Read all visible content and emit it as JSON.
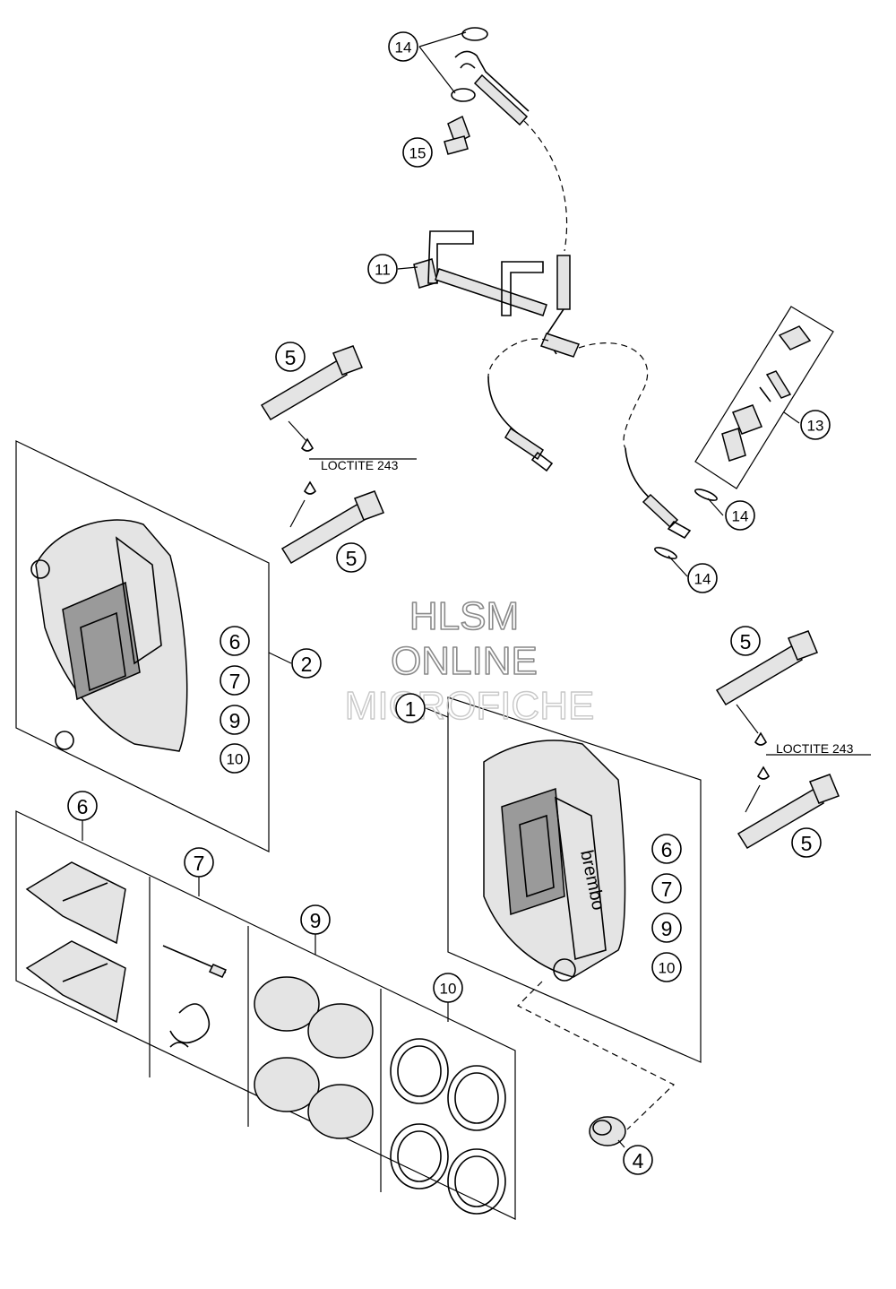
{
  "callouts": {
    "c14_top": "14",
    "c15": "15",
    "c11": "11",
    "c13": "13",
    "c14_mid": "14",
    "c14_low": "14",
    "c5_tl": "5",
    "c5_tl2": "5",
    "c2": "2",
    "c6_l": "6",
    "c7_l": "7",
    "c9_l": "9",
    "c10_l": "10",
    "c1": "1",
    "c6_r": "6",
    "c7_r": "7",
    "c9_r": "9",
    "c10_r": "10",
    "c5_r1": "5",
    "c5_r2": "5",
    "c4": "4",
    "c6_b": "6",
    "c7_b": "7",
    "c9_b": "9",
    "c10_b": "10"
  },
  "notes": {
    "loctite_left": "LOCTITE 243",
    "loctite_right": "LOCTITE 243"
  },
  "watermark": {
    "line1": "HLSM",
    "line2": "ONLINE",
    "line3": "MICROFICHE"
  },
  "brand_on_caliper": "brembo",
  "colors": {
    "ink": "#000000",
    "part_light": "#e4e4e4",
    "part_mid": "#9a9a9a",
    "watermark": "#8a8a8a"
  }
}
